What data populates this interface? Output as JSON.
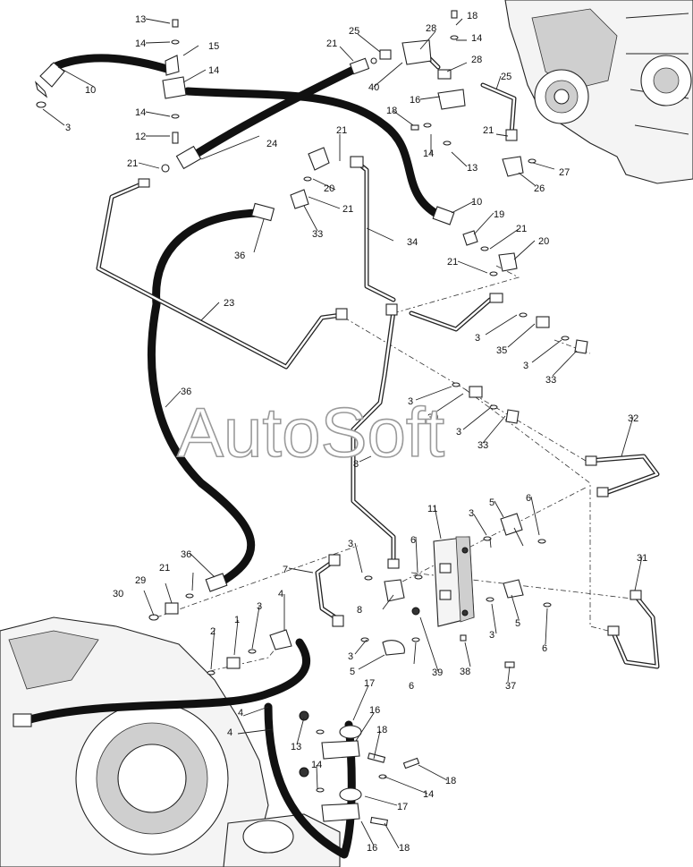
{
  "watermark": "AutoSoft",
  "callouts": [
    "13",
    "14",
    "15",
    "14",
    "14",
    "12",
    "10",
    "3",
    "21",
    "24",
    "21",
    "25",
    "28",
    "18",
    "14",
    "28",
    "25",
    "40",
    "16",
    "18",
    "14",
    "13",
    "21",
    "27",
    "26",
    "21",
    "20",
    "21",
    "33",
    "34",
    "36",
    "10",
    "19",
    "21",
    "20",
    "21",
    "23",
    "3",
    "35",
    "3",
    "33",
    "36",
    "3",
    "39",
    "3",
    "33",
    "32",
    "8",
    "11",
    "3",
    "5",
    "6",
    "31",
    "3",
    "7",
    "6",
    "8",
    "3",
    "5",
    "6",
    "3",
    "5",
    "6",
    "39",
    "38",
    "37",
    "30",
    "29",
    "21",
    "36",
    "2",
    "1",
    "3",
    "4",
    "4",
    "4",
    "17",
    "16",
    "18",
    "13",
    "14",
    "18",
    "14",
    "17",
    "16",
    "18"
  ]
}
